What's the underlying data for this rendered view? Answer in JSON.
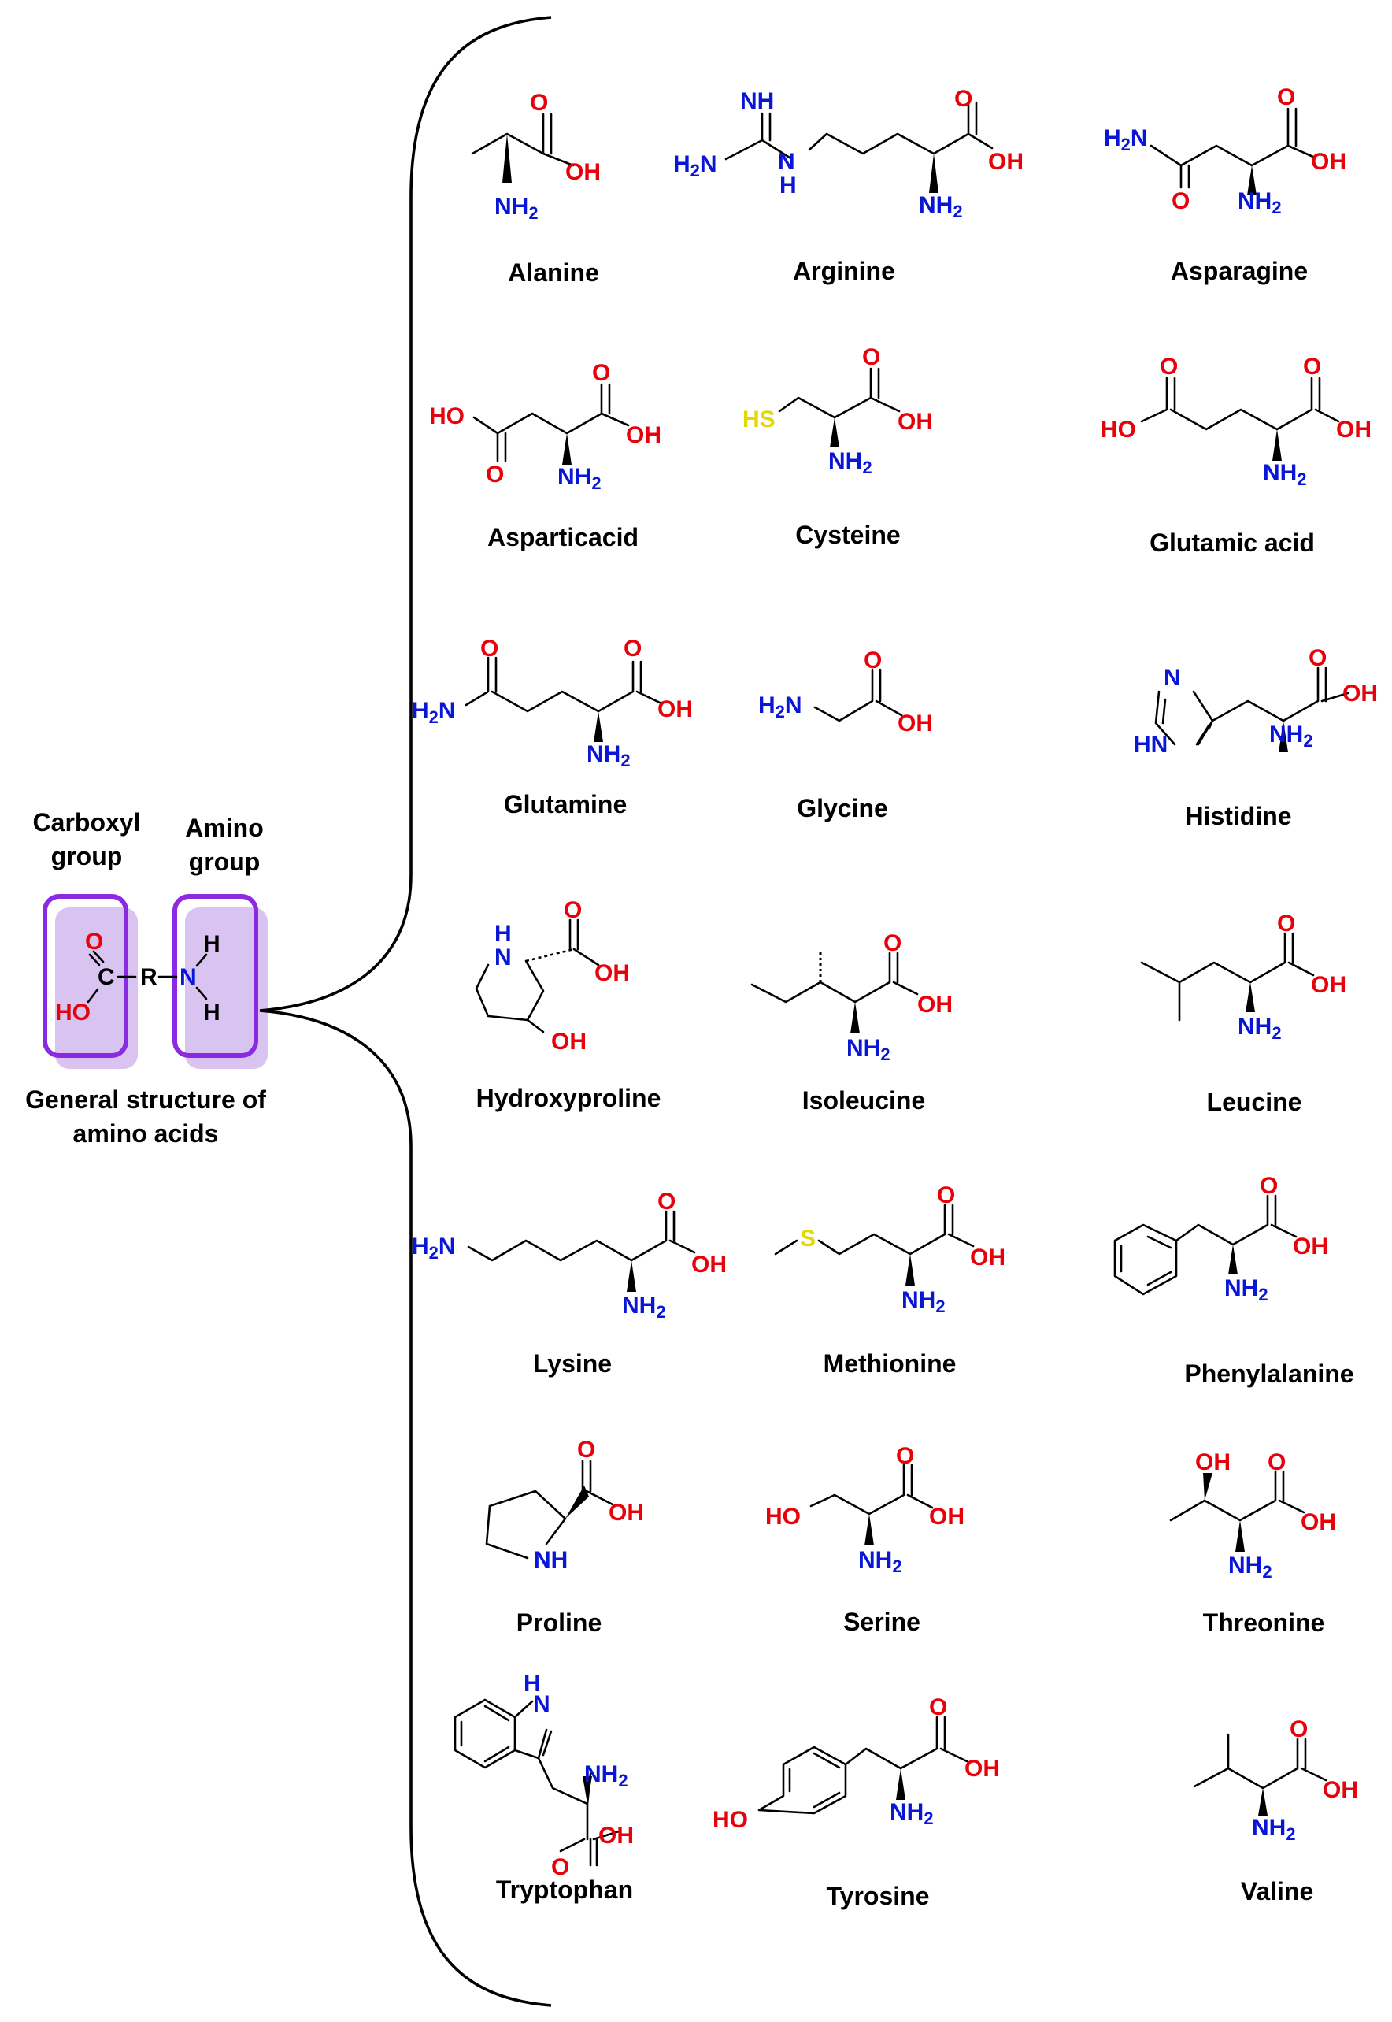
{
  "colors": {
    "oxygen": "#e8000b",
    "nitrogen": "#0a16d6",
    "sulfur": "#e4d800",
    "bond": "#000000",
    "group_box": "#8a2be2",
    "group_box_shadow": "#d9c3f0"
  },
  "general": {
    "carboxyl_line1": "Carboxyl",
    "carboxyl_line2": "group",
    "amino_line1": "Amino",
    "amino_line2": "group",
    "caption_line1": "General structure of",
    "caption_line2": "amino acids",
    "atoms": {
      "o": "O",
      "c": "C",
      "ho": "HO",
      "r": "R",
      "n": "N",
      "h": "H"
    }
  },
  "amino_acids": [
    {
      "name": "Alanine"
    },
    {
      "name": "Arginine"
    },
    {
      "name": "Asparagine"
    },
    {
      "name": "Asparticacid"
    },
    {
      "name": "Cysteine"
    },
    {
      "name": "Glutamic acid"
    },
    {
      "name": "Glutamine"
    },
    {
      "name": "Glycine"
    },
    {
      "name": "Histidine"
    },
    {
      "name": "Hydroxyproline"
    },
    {
      "name": "Isoleucine"
    },
    {
      "name": "Leucine"
    },
    {
      "name": "Lysine"
    },
    {
      "name": "Methionine"
    },
    {
      "name": "Phenylalanine"
    },
    {
      "name": "Proline"
    },
    {
      "name": "Serine"
    },
    {
      "name": "Threonine"
    },
    {
      "name": "Tryptophan"
    },
    {
      "name": "Tyrosine"
    },
    {
      "name": "Valine"
    }
  ],
  "atom_labels": {
    "O": "O",
    "OH": "OH",
    "HO": "HO",
    "NH2": "NH",
    "sub2": "2",
    "H2N_H": "H",
    "H2N_N": "N",
    "NH": "NH",
    "N": "N",
    "H": "H",
    "HS": "HS",
    "S": "S",
    "HN": "HN"
  }
}
